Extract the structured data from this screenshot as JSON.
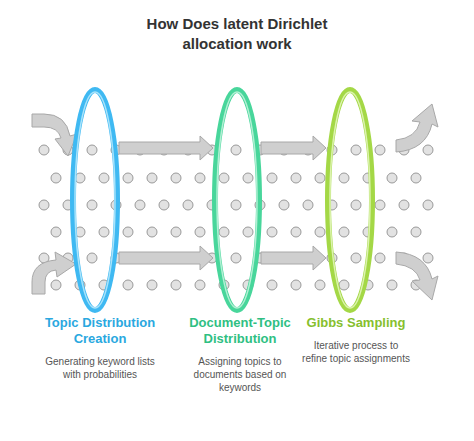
{
  "diagram": {
    "title": "How Does latent Dirichlet allocation work",
    "nodes": [
      {
        "text": [
          "Topic Distribution Creation",
          "Generating keyword lists with probabilities"
        ]
      },
      {
        "text": [
          "Document-Topic Distribution",
          "Assigning topics to documents based on keywords"
        ]
      },
      {
        "text": [
          "Gibbs Sampling",
          "Iterative process to refine topic assignments"
        ]
      }
    ],
    "edges": [
      {
        "from": 0,
        "to": 1,
        "arrow": "to"
      },
      {
        "from": 0,
        "to": 1,
        "arrow": "to"
      },
      {
        "from": 1,
        "to": 2,
        "arrow": "to"
      },
      {
        "from": 1,
        "to": 2,
        "arrow": "to"
      }
    ]
  }
}
